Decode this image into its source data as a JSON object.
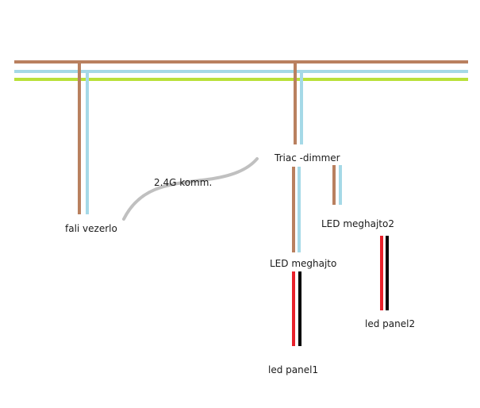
{
  "colors": {
    "brown": "#b9805f",
    "light_blue": "#a5d9e7",
    "green": "#b9e03a",
    "gray": "#c0c0c0",
    "red": "#e8202a",
    "black": "#000000"
  },
  "labels": {
    "wall_controller": "fali vezerlo",
    "wireless_link": "2.4G komm.",
    "triac_dimmer": "Triac -dimmer",
    "led_driver_1": "LED meghajto",
    "led_driver_2": "LED meghajto2",
    "led_panel_1": "led panel1",
    "led_panel_2": "led panel2"
  }
}
